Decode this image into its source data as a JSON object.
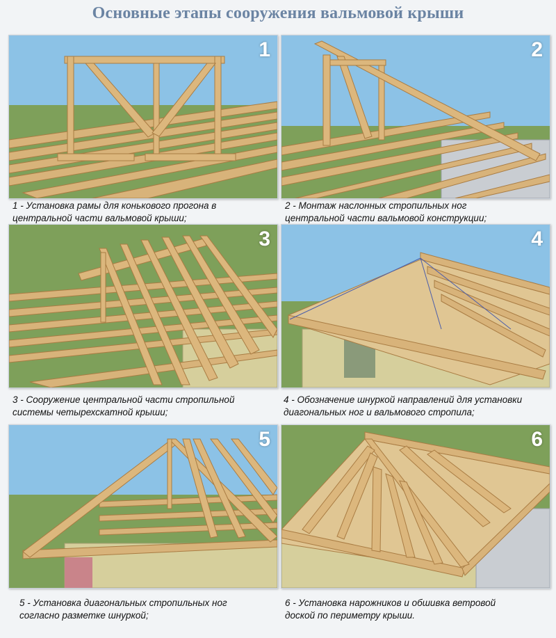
{
  "title": "Основные этапы сооружения вальмовой крыши",
  "colors": {
    "title": "#6b84a3",
    "sky": "#7fb6dd",
    "grass": "#7ea05a",
    "timber": "#d8b37a",
    "timber_dark": "#a97c43",
    "brick": "#d6cf9c",
    "block": "#c9cdd2"
  },
  "steps": [
    {
      "number": "1",
      "caption_line1": "1 - Установка рамы для конькового прогона в",
      "caption_line2": "центральной части вальмовой крыши;"
    },
    {
      "number": "2",
      "caption_line1": "2 - Монтаж наслонных стропильных ног",
      "caption_line2": "центральной части вальмовой конструкции;"
    },
    {
      "number": "3",
      "caption_line1": "3 - Сооружение центральной части стропильной",
      "caption_line2": "системы четырехскатной крыши;"
    },
    {
      "number": "4",
      "caption_line1": "4 - Обозначение шнуркой направлений для установки",
      "caption_line2": "диагональных ног и вальмового стропила;"
    },
    {
      "number": "5",
      "caption_line1": "5 - Установка диагональных стропильных ног",
      "caption_line2": "согласно  разметке шнуркой;"
    },
    {
      "number": "6",
      "caption_line1": "6 - Установка нарожников и обшивка ветровой",
      "caption_line2": "доской по периметру крыши."
    }
  ]
}
